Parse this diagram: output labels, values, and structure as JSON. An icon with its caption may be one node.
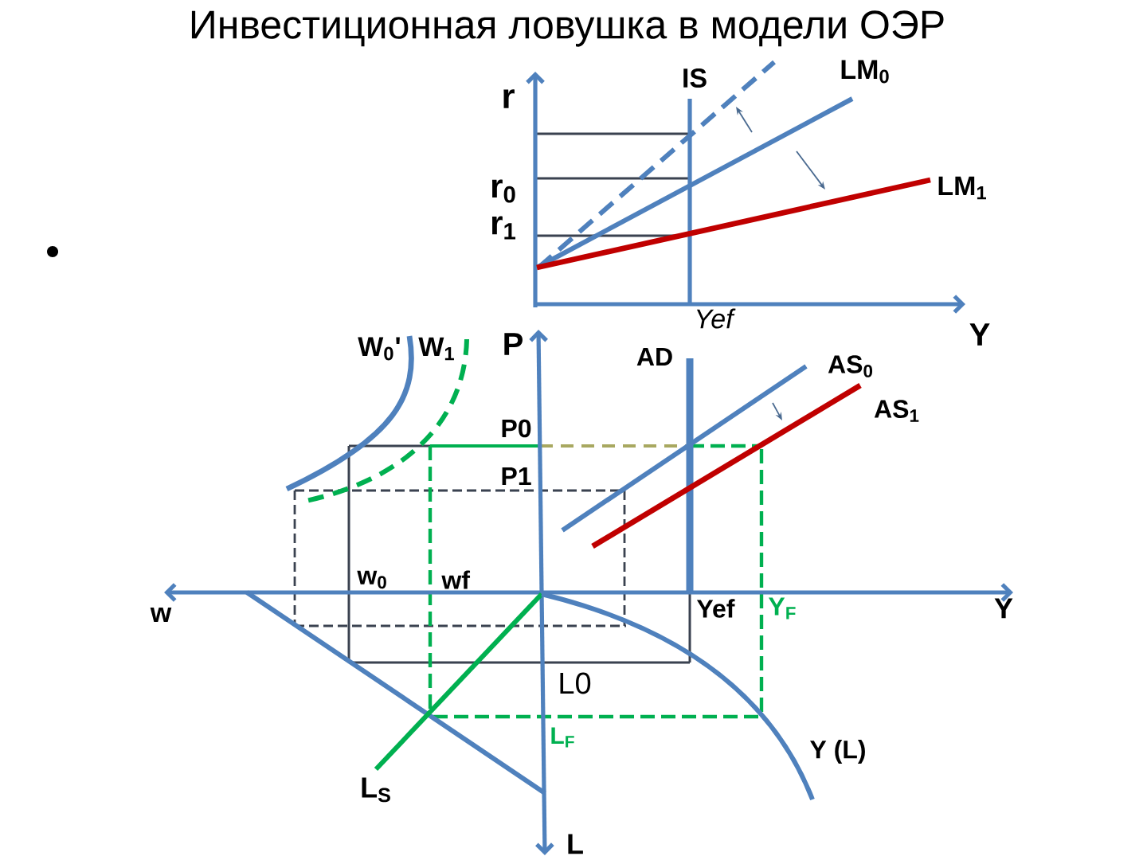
{
  "diagram": {
    "title": "Инвестиционная ловушка в модели ОЭР",
    "labels": [
      "r",
      "IS",
      "LM$_{0}$",
      "r$_{0}$",
      "LM$_{1}$",
      "r$_{1}$",
      "Yef",
      "W$_{0}$'",
      "W$_{1}$",
      "P",
      "AD",
      "Y",
      "AS$_{0}$",
      "AS$_{1}$",
      "P0",
      "P1",
      "w$_{0}$",
      "wf",
      "w",
      "Yef",
      "Y$_{F}$",
      "Y",
      "L0",
      "L$_{F}$",
      "Y (L)",
      "L$_{S}$",
      "L"
    ]
  }
}
